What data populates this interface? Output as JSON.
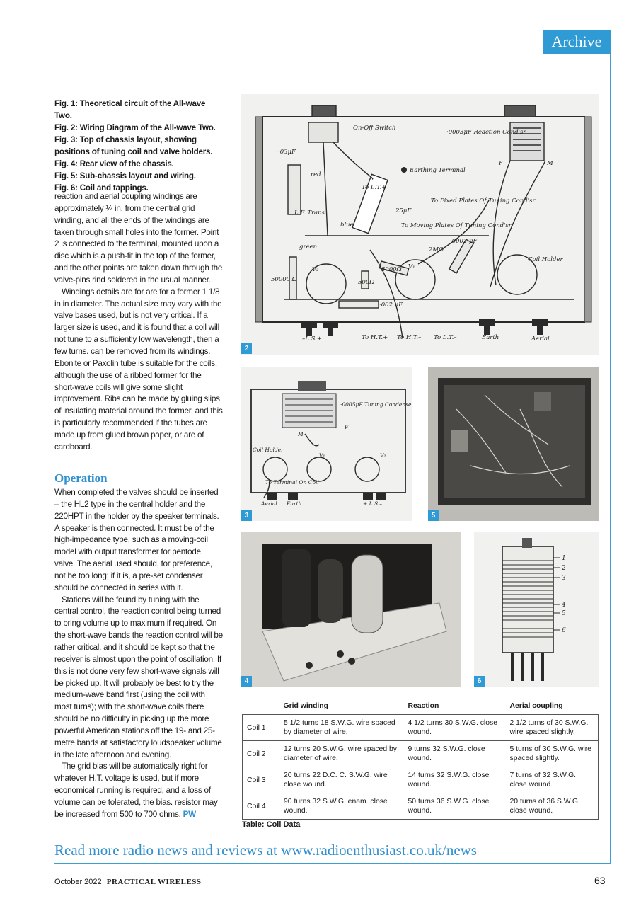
{
  "header": {
    "section_tab": "Archive"
  },
  "captions": [
    "Fig. 1: Theoretical circuit of the All-wave Two.",
    "Fig. 2: Wiring Diagram of the All-wave Two.",
    "Fig. 3: Top of chassis layout, showing positions of tuning coil and valve holders.",
    "Fig. 4: Rear view of the chassis.",
    "Fig. 5: Sub-chassis layout and wiring.",
    "Fig. 6: Coil and tappings."
  ],
  "body": {
    "p1": "reaction and aerial coupling windings are approximately ¼ in. from the central grid winding, and all the ends of the windings are taken through small holes into the former. Point 2 is connected to the terminal, mounted upon a disc which is a push-fit in the top of the former, and the other points are taken down through the valve-pins rind soldered in the usual manner.",
    "p2": "Windings details are for are for a former 1 1/8 in in diameter. The actual size may vary with the valve bases used, but is not very critical. If a larger size is used, and it is found that a coil will not tune to a sufficiently low wavelength, then a few turns. can be removed from its windings. Ebonite or Paxolin tube is suitable for the coils, although the use of a ribbed former for the short-wave coils will give some slight improvement. Ribs can be made by gluing slips of insulating material around the former, and this is particularly recommended if the tubes are made up from glued brown paper, or are of cardboard.",
    "heading": "Operation",
    "p3": "When completed the valves should be inserted – the HL2 type in the central holder and the 220HPT in the holder by the speaker terminals. A speaker is then connected. It must be of the high-impedance type, such as a moving-coil model with output transformer for pentode valve. The aerial used should, for preference, not be too long; if it is, a pre-set condenser should be connected in series with it.",
    "p4": "Stations will be found by tuning with the central control, the reaction control being turned to bring volume up to maximum if required. On the short-wave bands the reaction control will be rather critical, and it should be kept so that the receiver is almost upon the point of oscillation. If this is not done very few short-wave signals will be picked up. It will probably be best to try the medium-wave band first (using the coil with most turns); with the short-wave coils there should be no difficulty in picking up the more powerful American stations off the 19- and 25-metre bands at satisfactory loudspeaker volume in the late afternoon and evening.",
    "p5": "The grid bias will be automatically right for whatever H.T. voltage is used, but if more economical running is required, and a loss of volume can be tolerated, the bias. resistor may be increased from 500 to 700 ohms.",
    "pw_tag": "PW"
  },
  "figures": {
    "f2": {
      "num": "2",
      "labels": {
        "onoff": "On-Off Switch",
        "c0003": "·0003μF Reaction Cond'sr",
        "c03": "·03μF",
        "red": "red",
        "earth_term": "Earthing Terminal",
        "lt_plus": "To L.T.+",
        "c25": "25μF",
        "fixed": "To Fixed Plates Of Tuning Cond'sr",
        "moving": "To Moving Plates Of Tuning Cond'sr",
        "lf": "L.F. Trans.",
        "blue": "blue",
        "green": "green",
        "c0002": "·0002 μF",
        "r2m": "2MΩ",
        "r5000": "5000Ω",
        "r500": "500Ω",
        "r50000": "50000 Ω",
        "c002": "·002 μF",
        "coil_holder": "Coil Holder",
        "v2": "V₂",
        "v1": "V₁",
        "ls_minus": "–L.S.+",
        "ht_plus": "To H.T.+",
        "ht_minus": "To H.T.–",
        "lt_minus": "To L.T.–",
        "earth": "Earth",
        "aerial": "Aerial",
        "F": "F",
        "M": "M"
      }
    },
    "f3": {
      "num": "3",
      "labels": {
        "c0005": "·0005μF Tuning Condenser",
        "coil_holder": "Coil Holder",
        "v1": "V₁",
        "v2": "V₂",
        "to_terminal": "To Terminal On Coil",
        "aerial": "Aerial",
        "earth": "Earth",
        "ls": "+ L.S.–",
        "M": "M",
        "F": "F"
      }
    },
    "f4": {
      "num": "4"
    },
    "f5": {
      "num": "5"
    },
    "f6": {
      "num": "6",
      "taps": [
        "1",
        "2",
        "3",
        "4",
        "5",
        "6"
      ]
    }
  },
  "coil_table": {
    "headers": [
      "",
      "Grid winding",
      "Reaction",
      "Aerial coupling"
    ],
    "rows": [
      [
        "Coil 1",
        "5 1/2 turns 18 S.W.G. wire spaced by diameter of wire.",
        "4 1/2 turns 30 S.W.G. close wound.",
        "2 1/2 turns of 30 S.W.G. wire spaced slightly."
      ],
      [
        "Coil 2",
        "12 turns 20 S.W.G. wire spaced by diameter of wire.",
        "9 turns 32 S.W.G. close wound.",
        "5 turns of 30 S.W.G. wire spaced slightly."
      ],
      [
        "Coil 3",
        "20 turns 22 D.C. C. S.W.G. wire close wound.",
        "14 turns 32 S.W.G. close wound.",
        "7 turns of 32 S.W.G. close wound."
      ],
      [
        "Coil 4",
        "90 turns 32 S.W.G. enam. close wound.",
        "50 turns 36 S.W.G. close wound.",
        "20 turns of 36 S.W.G. close wound."
      ]
    ],
    "caption": "Table: Coil Data"
  },
  "footer": {
    "promo": "Read more radio news and reviews at www.radioenthusiast.co.uk/news",
    "date": "October 2022",
    "magazine": "PRACTICAL WIRELESS",
    "page": "63"
  },
  "colors": {
    "accent": "#2f9ad3",
    "rule": "#3c9fd0",
    "heading": "#2f8fcf"
  }
}
